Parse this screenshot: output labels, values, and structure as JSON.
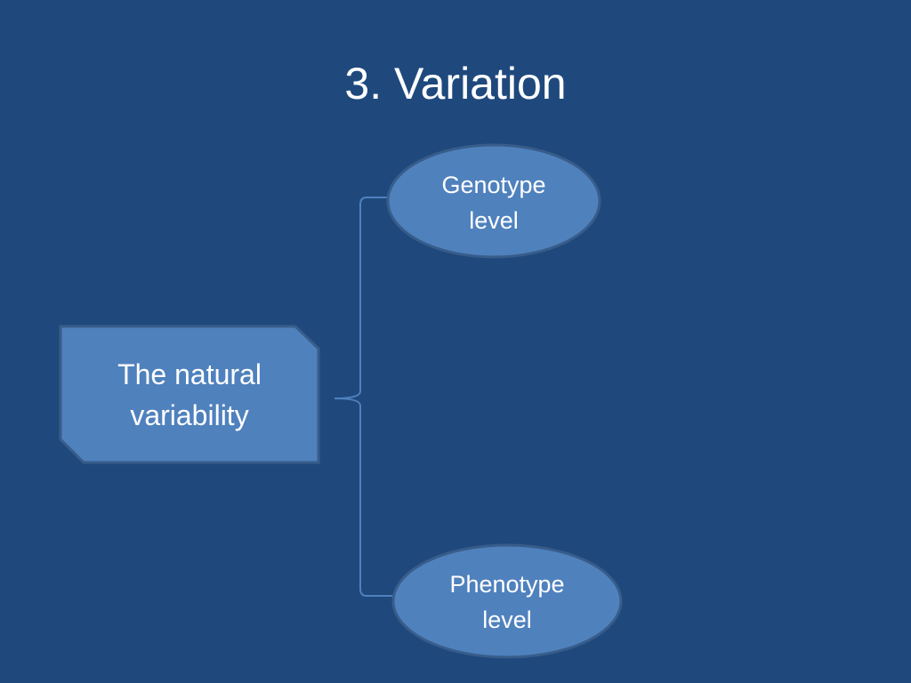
{
  "slide": {
    "title": "3. Variation"
  },
  "diagram": {
    "source": {
      "line1": "The natural",
      "line2": "variability"
    },
    "branches": [
      {
        "line1": "Genotype",
        "line2": "level"
      },
      {
        "line1": "Phenotype",
        "line2": "level"
      }
    ]
  },
  "colors": {
    "background": "#1f497d",
    "shape_fill": "#4f81bd",
    "shape_border": "#385d8a",
    "bracket": "#4f81bd",
    "text": "#ffffff"
  }
}
